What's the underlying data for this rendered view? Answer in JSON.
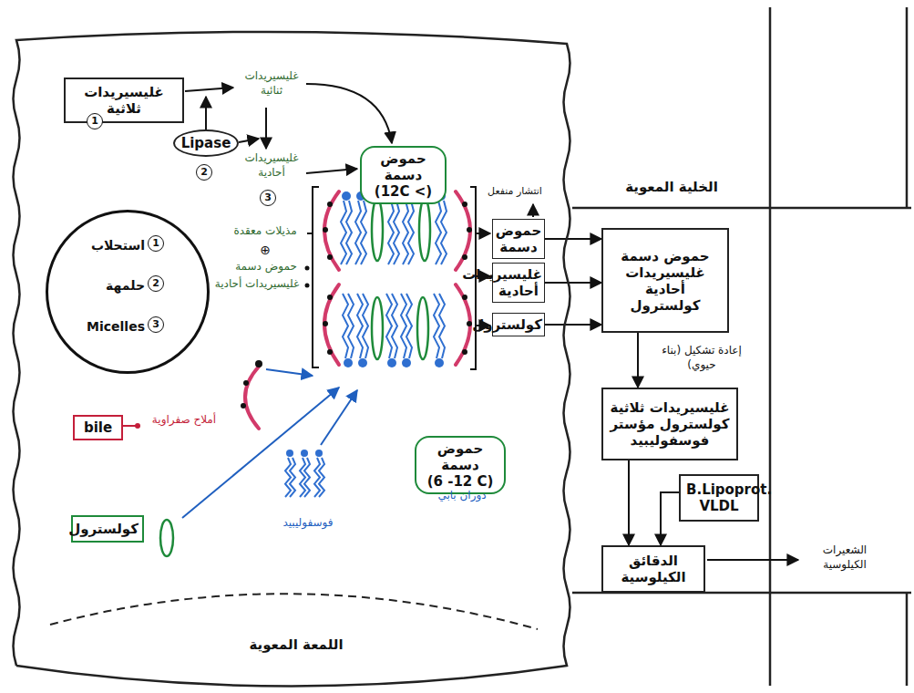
{
  "diagram": {
    "nodes": [
      {
        "text": [
          "اللمعة المعوية"
        ]
      },
      {
        "text": [
          "غليسيريدات ثلاثية"
        ],
        "in": 0
      },
      {
        "text": [
          "Lipase"
        ],
        "in": 0
      },
      {
        "text": [
          "استحلاب",
          "حلمهة",
          "Micelles"
        ],
        "in": 0
      },
      {
        "text": [
          "حموض دسمة",
          "(12C <)"
        ],
        "in": 0
      },
      {
        "text": [
          "bile"
        ],
        "in": 0
      },
      {
        "text": [
          "كولسترول"
        ],
        "in": 0
      },
      {
        "text": [
          "حموض دسمة",
          "(6 -12 C)"
        ],
        "in": 0
      },
      {
        "text": [
          "حموض دسمة"
        ],
        "in": 0
      },
      {
        "text": [
          "غليسيريدات أحادية"
        ],
        "in": 0
      },
      {
        "text": [
          "كولسترول"
        ],
        "in": 0
      },
      {
        "text": [
          "الخلية المعوية"
        ]
      },
      {
        "text": [
          "حموض دسمة غليسيريدات أحادية كولسترول"
        ],
        "in": 11
      },
      {
        "text": [
          "غليسيريدات ثلاثية كولسترول مؤستر فوسفوليبيد"
        ],
        "in": 11
      },
      {
        "text": [
          "B.Lipoprot. VLDL"
        ],
        "in": 11
      },
      {
        "text": [
          "الدقائق الكيلوسية"
        ],
        "in": 11
      }
    ],
    "edges": [
      {
        "from": 8,
        "to": 12,
        "arrow": "to"
      },
      {
        "from": 9,
        "to": 12,
        "arrow": "to"
      },
      {
        "from": 10,
        "to": 12,
        "arrow": "to"
      },
      {
        "from": 12,
        "to": 13,
        "arrow": "to",
        "label": "إعادة تشكيل (بناء حيوي)"
      },
      {
        "from": 13,
        "to": 15,
        "arrow": "to"
      },
      {
        "from": 14,
        "to": 15,
        "arrow": "to"
      }
    ],
    "labels": [
      "1",
      "2",
      "غليسيريدات ثنائية",
      "غليسيريدات أحادية",
      "3",
      "1",
      "2",
      "3",
      "مذيلات معقدة",
      "⊕",
      "حموض دسمة",
      "غليسيريدات أحادية",
      "أملاح صفراوية",
      "فوسفوليبيد",
      "دوران بابي",
      "انتشار منفعل",
      "الشعيرات الكيلوسية"
    ]
  }
}
